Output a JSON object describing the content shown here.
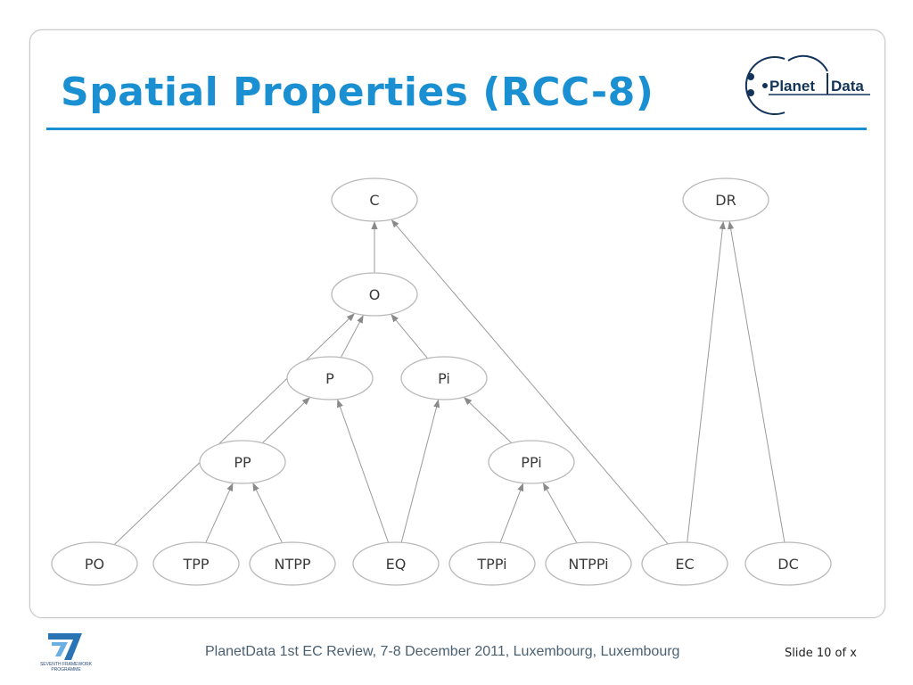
{
  "slide": {
    "title": "Spatial Properties (RCC-8)",
    "footer": "PlanetData 1st EC Review, 7-8 December 2011, Luxembourg, Luxembourg",
    "slide_number": "Slide 10 of x"
  },
  "logo": {
    "word1": "Planet",
    "word2": "Data"
  },
  "fp7_logo": {
    "line1": "SEVENTH FRAMEWORK",
    "line2": "PROGRAMME"
  },
  "diagram": {
    "nodes": [
      {
        "id": "C",
        "label": "C"
      },
      {
        "id": "DR",
        "label": "DR"
      },
      {
        "id": "O",
        "label": "O"
      },
      {
        "id": "P",
        "label": "P"
      },
      {
        "id": "Pi",
        "label": "Pi"
      },
      {
        "id": "PP",
        "label": "PP"
      },
      {
        "id": "PPi",
        "label": "PPi"
      },
      {
        "id": "PO",
        "label": "PO"
      },
      {
        "id": "TPP",
        "label": "TPP"
      },
      {
        "id": "NTPP",
        "label": "NTPP"
      },
      {
        "id": "EQ",
        "label": "EQ"
      },
      {
        "id": "TPPi",
        "label": "TPPi"
      },
      {
        "id": "NTPPi",
        "label": "NTPPi"
      },
      {
        "id": "EC",
        "label": "EC"
      },
      {
        "id": "DC",
        "label": "DC"
      }
    ],
    "edges": [
      {
        "from": "O",
        "to": "C"
      },
      {
        "from": "P",
        "to": "O"
      },
      {
        "from": "Pi",
        "to": "O"
      },
      {
        "from": "PO",
        "to": "O"
      },
      {
        "from": "EC",
        "to": "C"
      },
      {
        "from": "PP",
        "to": "P"
      },
      {
        "from": "EQ",
        "to": "P"
      },
      {
        "from": "EQ",
        "to": "Pi"
      },
      {
        "from": "PPi",
        "to": "Pi"
      },
      {
        "from": "TPP",
        "to": "PP"
      },
      {
        "from": "NTPP",
        "to": "PP"
      },
      {
        "from": "TPPi",
        "to": "PPi"
      },
      {
        "from": "NTPPi",
        "to": "PPi"
      },
      {
        "from": "EC",
        "to": "DR"
      },
      {
        "from": "DC",
        "to": "DR"
      }
    ]
  }
}
